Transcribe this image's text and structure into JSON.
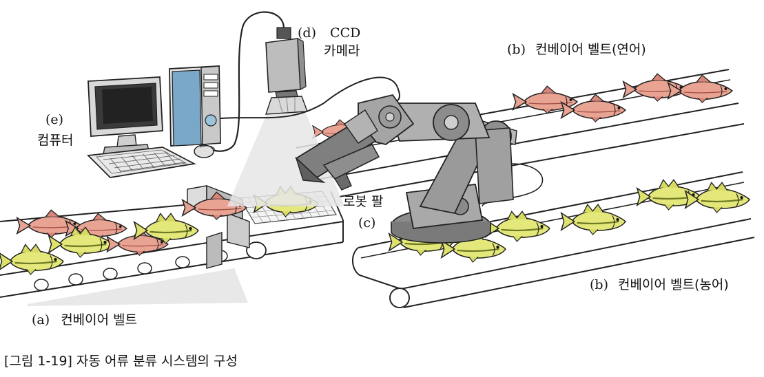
{
  "labels": {
    "camera_letter": "(d)",
    "camera_name_1": "CCD",
    "camera_name_2": "카메라",
    "belt_salmon_letter": "(b)",
    "belt_salmon_text": "컨베이어 벨트(연어)",
    "computer_letter": "(e)",
    "computer_text": "컴퓨터",
    "robot_text": "로봇 팔",
    "robot_letter": "(c)",
    "belt_bass_letter": "(b)",
    "belt_bass_text": "컨베이어 벨트(농어)",
    "belt_main_letter": "(a)",
    "belt_main_text": "컨베이어 벨트"
  },
  "caption": "[그림 1-19] 자동 어류 분류 시스템의 구성",
  "colors": {
    "salmon": "#e9a393",
    "salmon_dark": "#c9705f",
    "bass": "#e4e87a",
    "bass_dark": "#8f9a3a",
    "metal": "#9a9a9a",
    "metal_dark": "#5f5f5f"
  },
  "icons": [
    "ccd-camera-icon",
    "computer-monitor-icon",
    "pc-tower-icon",
    "keyboard-icon",
    "mouse-icon",
    "robot-arm-icon",
    "salmon-fish-icon",
    "bass-fish-icon"
  ]
}
